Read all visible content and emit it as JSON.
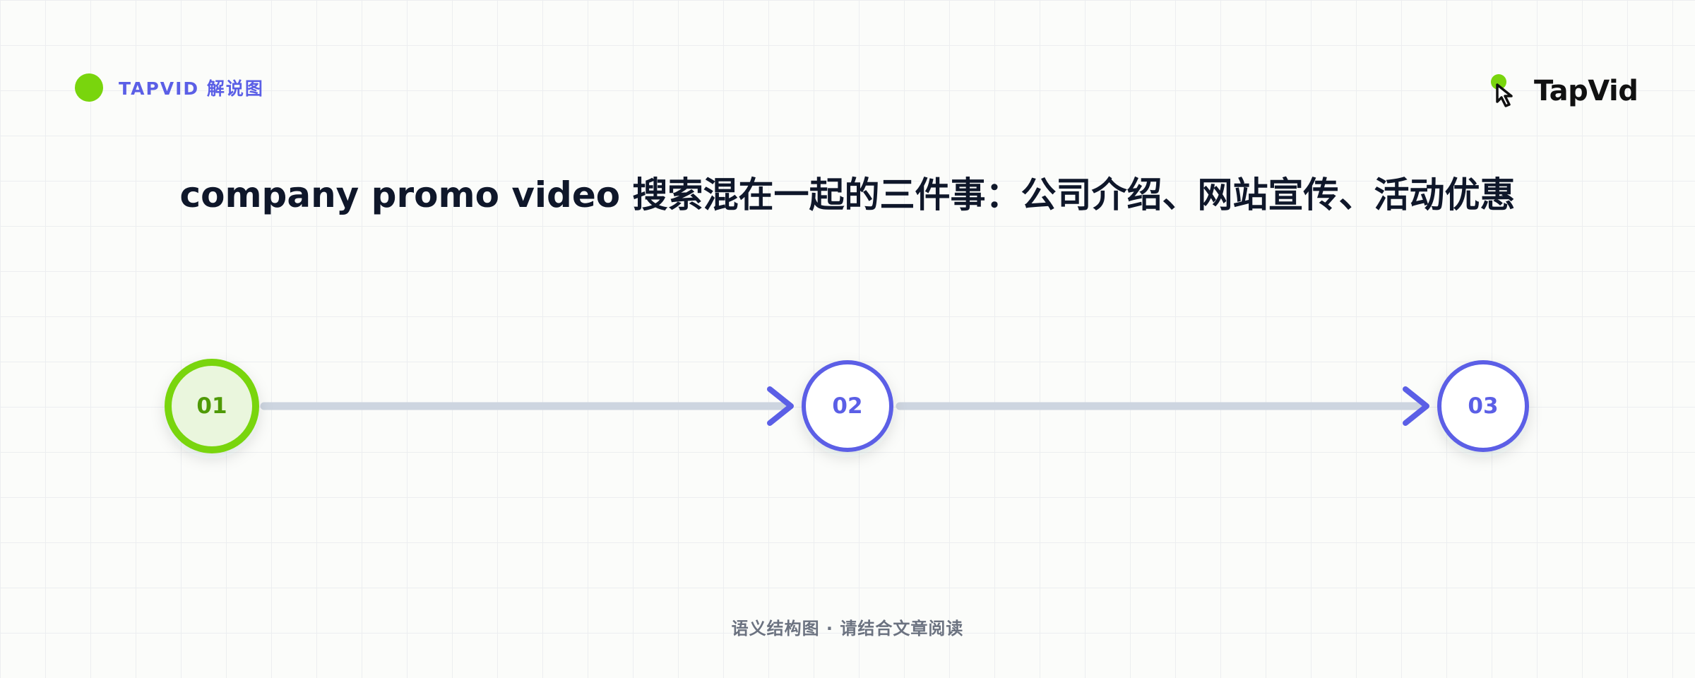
{
  "header": {
    "badge_label": "TAPVID 解说图",
    "logo_text": "TapVid"
  },
  "title": "company promo video 搜索混在一起的三件事：公司介绍、网站宣传、活动优惠",
  "flow": {
    "steps": [
      {
        "label": "01",
        "state": "active"
      },
      {
        "label": "02",
        "state": "pending"
      },
      {
        "label": "03",
        "state": "pending"
      }
    ]
  },
  "footer": "语义结构图 · 请结合文章阅读",
  "colors": {
    "accent_green": "#79d50d",
    "accent_green_fill": "#eaf6dd",
    "accent_green_text": "#4f9a06",
    "accent_indigo": "#5b5fe6",
    "connector": "#cdd5e0",
    "title": "#0f172a"
  }
}
